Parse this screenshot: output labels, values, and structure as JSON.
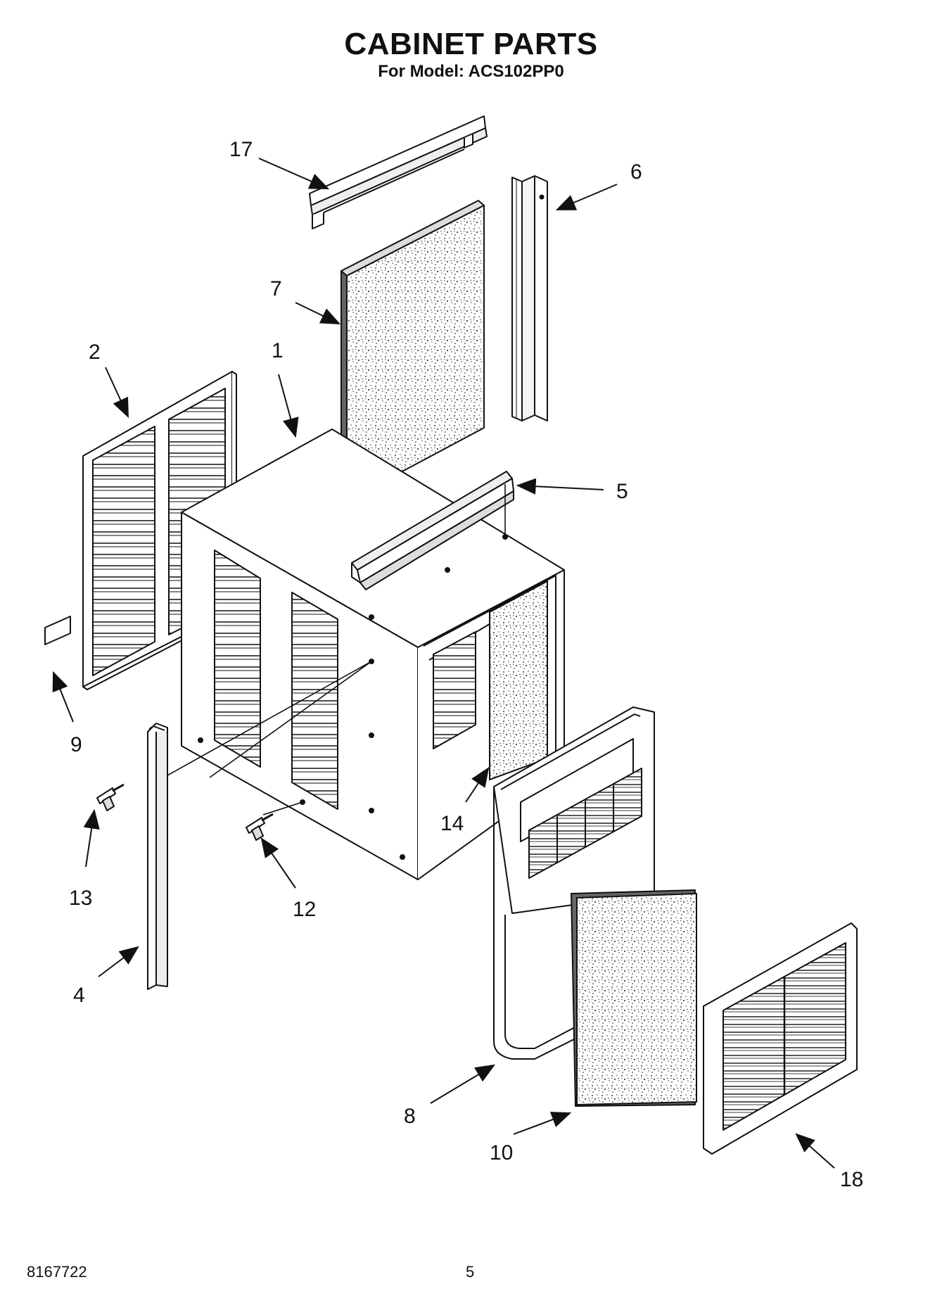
{
  "header": {
    "title": "CABINET PARTS",
    "subtitle": "For Model: ACS102PP0"
  },
  "footer": {
    "doc_number": "8167722",
    "page_number": "5"
  },
  "callouts": [
    "17",
    "6",
    "7",
    "2",
    "1",
    "5",
    "9",
    "14",
    "13",
    "12",
    "4",
    "8",
    "10",
    "18"
  ]
}
